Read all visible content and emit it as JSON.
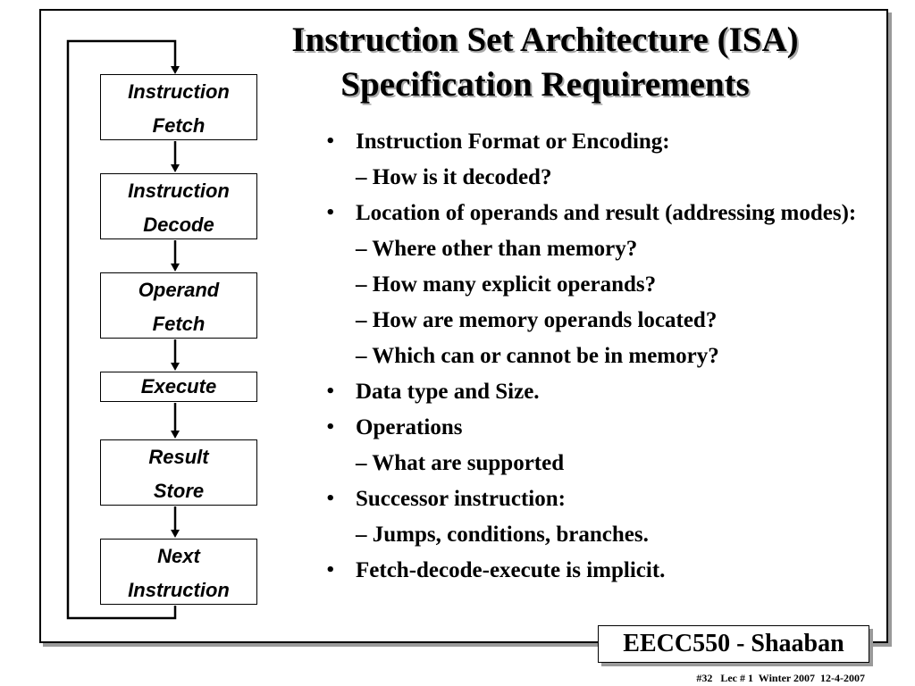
{
  "slide": {
    "title_line1": "Instruction Set Architecture (ISA)",
    "title_line2": "Specification Requirements"
  },
  "pipeline": {
    "stages": [
      {
        "line1": "Instruction",
        "line2": "Fetch"
      },
      {
        "line1": "Instruction",
        "line2": "Decode"
      },
      {
        "line1": "Operand",
        "line2": "Fetch"
      },
      {
        "line1": "Execute"
      },
      {
        "line1": "Result",
        "line2": "Store"
      },
      {
        "line1": "Next",
        "line2": "Instruction"
      }
    ]
  },
  "content": {
    "items": [
      {
        "type": "bullet",
        "text": "Instruction Format or Encoding:"
      },
      {
        "type": "sub",
        "text": "– How is it decoded?"
      },
      {
        "type": "bullet",
        "text": "Location of operands and result (addressing modes):"
      },
      {
        "type": "sub",
        "text": "– Where other than memory?"
      },
      {
        "type": "sub",
        "text": "– How many explicit operands?"
      },
      {
        "type": "sub",
        "text": "– How are memory operands located?"
      },
      {
        "type": "sub",
        "text": "– Which can or cannot be in memory?"
      },
      {
        "type": "bullet",
        "text": "Data type and Size."
      },
      {
        "type": "bullet",
        "text": " Operations"
      },
      {
        "type": "sub",
        "text": "– What are supported"
      },
      {
        "type": "bullet",
        "text": "Successor instruction:"
      },
      {
        "type": "sub",
        "text": "– Jumps, conditions, branches."
      },
      {
        "type": "bullet",
        "text": "Fetch-decode-execute is implicit."
      }
    ],
    "bullet_symbol": "•"
  },
  "footer": {
    "badge": "EECC550 - Shaaban",
    "info": "#32   Lec # 1  Winter 2007  12-4-2007"
  }
}
